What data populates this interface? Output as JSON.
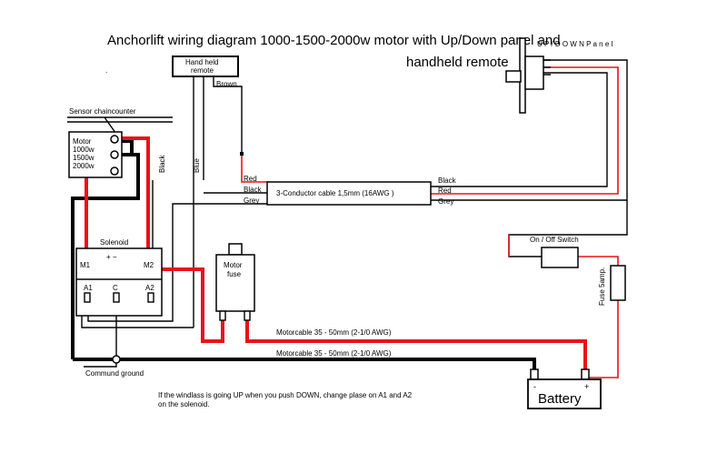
{
  "title_line1": "Anchorlift wiring diagram 1000-1500-2000w motor with Up/Down panel and",
  "title_line2": "handheld remote",
  "handheld_remote": {
    "line1": "Hand held",
    "line2": "remote"
  },
  "updown_panel": "U P  /  D O W N  P a n e l",
  "sensor": "Sensor chaincounter",
  "motor": {
    "line1": "Motor",
    "line2": "1000w",
    "line3": "1500w",
    "line4": "2000w"
  },
  "wire_labels": {
    "brown": "Brown",
    "black_vertical": "Black",
    "blue_vertical": "Blue",
    "red_left": "Red",
    "black_left": "Black",
    "grey_left": "Grey",
    "black_right": "Black",
    "red_right": "Red",
    "grey_right": "Grey"
  },
  "conductor_cable": "3-Conductor cable 1,5mm (16AWG )",
  "solenoid": {
    "title": "Solenoid",
    "m1": "M1",
    "m2": "M2",
    "a1": "A1",
    "c": "C",
    "a2": "A2",
    "plus_minus": "+ −"
  },
  "motor_fuse": {
    "line1": "Motor",
    "line2": "fuse"
  },
  "onoff_switch": "On / Off Switch",
  "fuse_5amp": "Fuse 5amp.",
  "motorcable_1": "Motorcable 35 - 50mm (2-1/0 AWG)",
  "motorcable_2": "Motorcable 35 - 50mm (2-1/0 AWG)",
  "command_ground": "Commund ground",
  "battery": {
    "label": "Battery",
    "minus": "-",
    "plus": "+"
  },
  "note_line1": "If the windlass is going UP when you push DOWN, change plase on A1 and A2",
  "note_line2": "on the solenoid.",
  "colors": {
    "red_wire": "#e8121b",
    "black_wire": "#000000"
  }
}
